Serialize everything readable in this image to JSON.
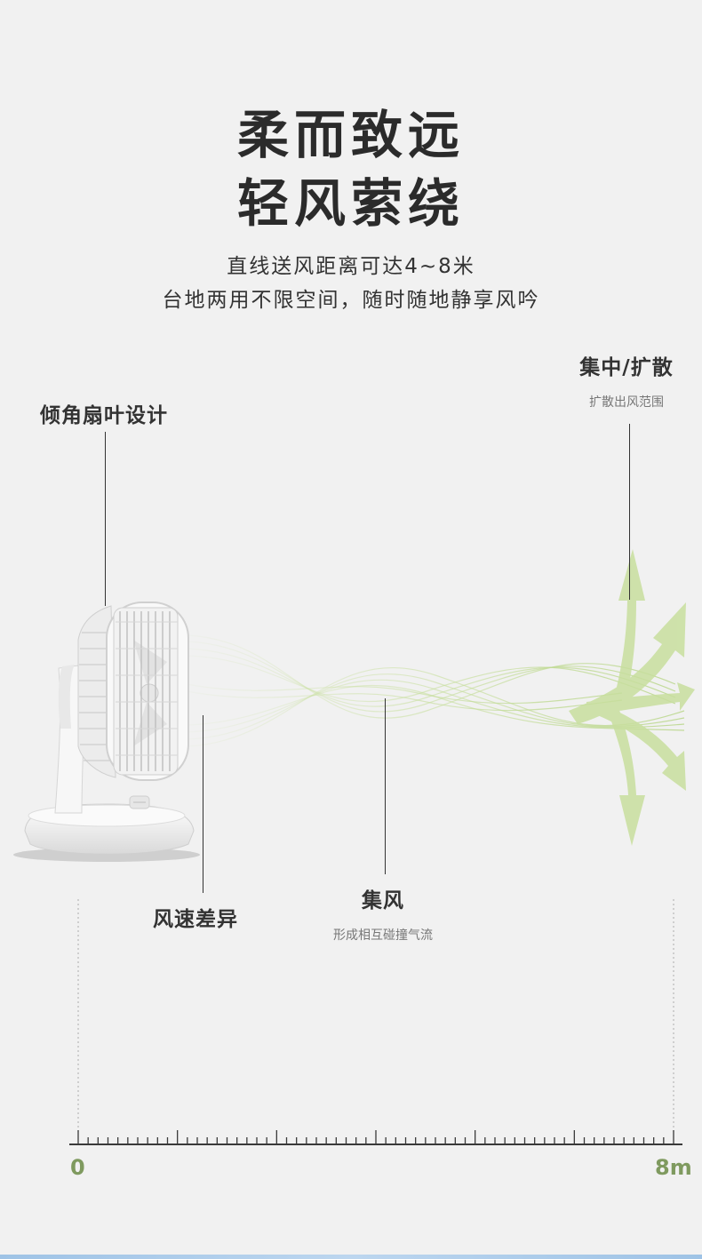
{
  "headline": {
    "line1": "柔而致远",
    "line2": "轻风萦绕"
  },
  "subtitle": {
    "line1": "直线送风距离可达4~8米",
    "line2": "台地两用不限空间，随时随地静享风吟"
  },
  "callouts": {
    "tilt_blade": {
      "title": "倾角扇叶设计"
    },
    "focus_spread": {
      "title": "集中/扩散",
      "desc": "扩散出风范围"
    },
    "speed_diff": {
      "title": "风速差异"
    },
    "concentrate": {
      "title": "集风",
      "desc": "形成相互碰撞气流"
    }
  },
  "scale": {
    "start_label": "0",
    "end_label": "8m"
  },
  "colors": {
    "background": "#f1f1f1",
    "text": "#2b2b2b",
    "accent_green": "#7f9a5f",
    "airflow_green": "#c8df9e"
  },
  "icons": {
    "product": "desk-fan-illustration",
    "airflow": "airflow-arrows"
  }
}
